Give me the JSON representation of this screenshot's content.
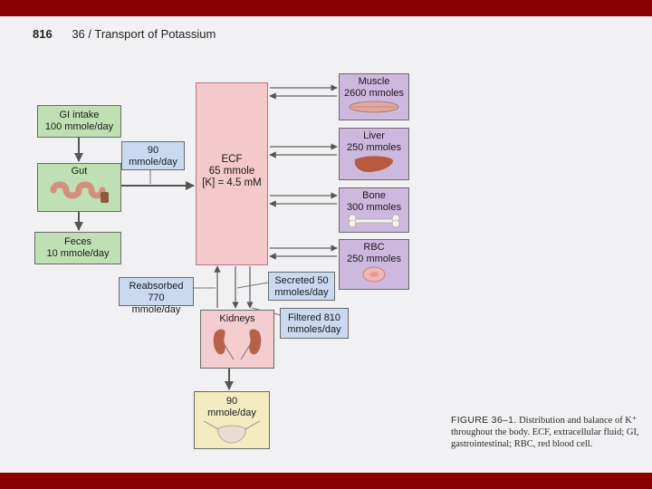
{
  "header": {
    "page_number": "816",
    "chapter": "36 / Transport of Potassium"
  },
  "diagram": {
    "gi_intake": {
      "line1": "GI intake",
      "line2": "100 mmole/day"
    },
    "gut": {
      "label": "Gut"
    },
    "feces": {
      "line1": "Feces",
      "line2": "10 mmole/day"
    },
    "absorbed": {
      "line1": "90",
      "line2": "mmole/day"
    },
    "ecf": {
      "line1": "ECF",
      "line2": "65 mmole",
      "line3": "[K] = 4.5 mM"
    },
    "muscle": {
      "line1": "Muscle",
      "line2": "2600 mmoles"
    },
    "liver": {
      "line1": "Liver",
      "line2": "250  mmoles"
    },
    "bone": {
      "line1": "Bone",
      "line2": "300 mmoles"
    },
    "rbc": {
      "line1": "RBC",
      "line2": "250 mmoles"
    },
    "reabsorbed": {
      "line1": "Reabsorbed 770",
      "line2": "mmole/day"
    },
    "secreted": {
      "line1": "Secreted 50",
      "line2": "mmoles/day"
    },
    "kidneys": {
      "label": "Kidneys"
    },
    "filtered": {
      "line1": "Filtered 810",
      "line2": "mmoles/day"
    },
    "urine": {
      "line1": "90",
      "line2": "mmole/day"
    }
  },
  "caption": {
    "figure_label": "FIGURE 36–1.",
    "text": "Distribution and balance of K⁺ throughout the body. ECF, extracellular fluid; GI, gastrointestinal; RBC, red blood cell."
  },
  "colors": {
    "frame": "#8b0000",
    "page": "#f1f1f3",
    "green": "#bfe0b4",
    "purple": "#cdb8de",
    "blue": "#c9daf0",
    "ecf": "#f5c8cc",
    "yellow": "#f3ecc0"
  }
}
